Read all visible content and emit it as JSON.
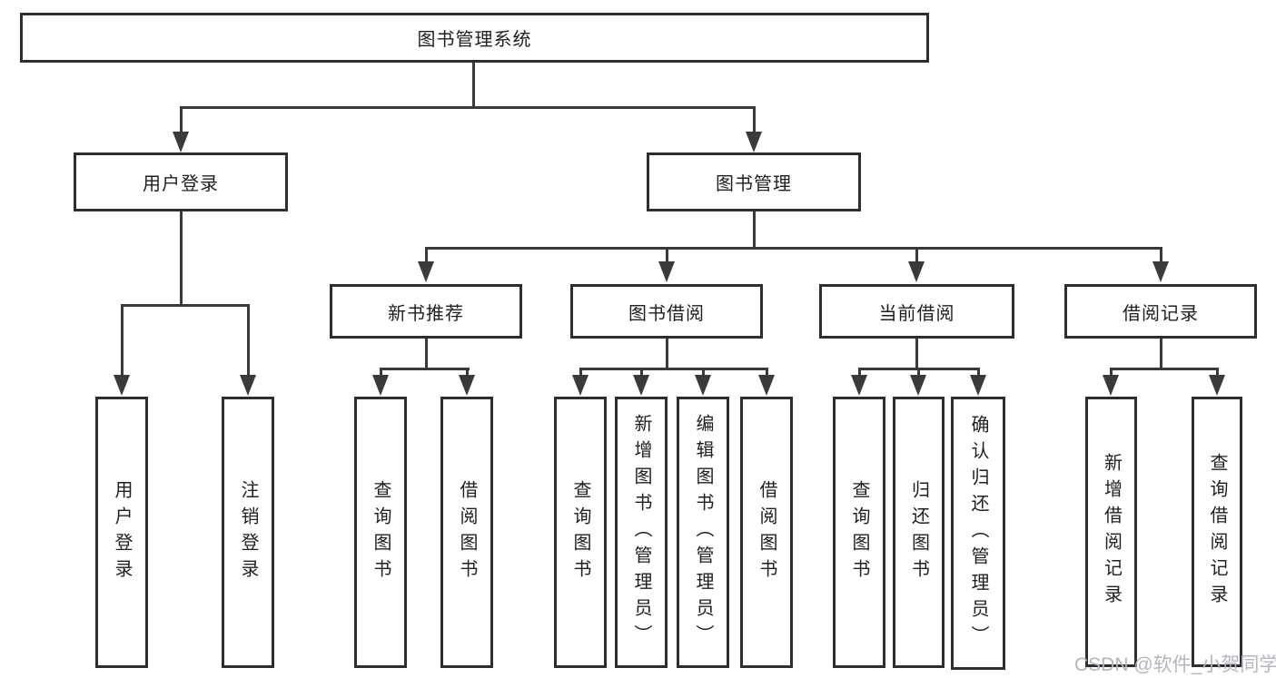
{
  "tree": {
    "root": "图书管理系统",
    "branches": [
      {
        "label": "用户登录",
        "children": [
          "用户登录",
          "注销登录"
        ]
      },
      {
        "label": "图书管理",
        "sections": [
          {
            "label": "新书推荐",
            "children": [
              "查询图书",
              "借阅图书"
            ]
          },
          {
            "label": "图书借阅",
            "children": [
              "查询图书",
              "新增图书（管理员）",
              "编辑图书（管理员）",
              "借阅图书"
            ]
          },
          {
            "label": "当前借阅",
            "children": [
              "查询图书",
              "归还图书",
              "确认归还（管理员）"
            ]
          },
          {
            "label": "借阅记录",
            "children": [
              "新增借阅记录",
              "查询借阅记录"
            ]
          }
        ]
      }
    ]
  },
  "watermark": "CSDN @软件_小贺同学",
  "colors": {
    "line": "#3a3a3a",
    "border": "#2e2e2e",
    "text": "#1f1f1f",
    "watermark": "#b5b5bd",
    "background": "#ffffff"
  }
}
